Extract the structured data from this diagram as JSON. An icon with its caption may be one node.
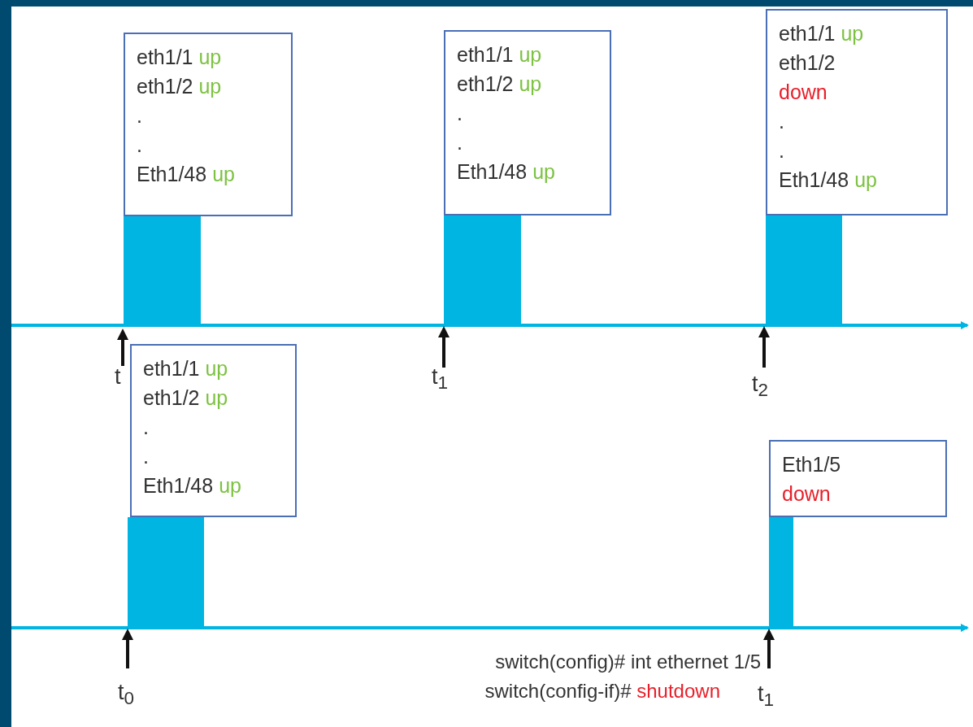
{
  "diagram": {
    "nodes": [
      {
        "text": [
          "eth1/1 up",
          "eth1/2 up",
          ".",
          ".",
          "Eth1/48 up"
        ]
      },
      {
        "text": [
          "eth1/1 up",
          "eth1/2 up",
          ".",
          ".",
          "Eth1/48 up"
        ]
      },
      {
        "text": [
          "eth1/1 up",
          "eth1/2 down",
          ".",
          ".",
          "Eth1/48 up"
        ]
      },
      {
        "text": [
          "eth1/1 up",
          "eth1/2 up",
          ".",
          ".",
          "Eth1/48 up"
        ]
      },
      {
        "text": [
          "Eth1/5 down"
        ]
      },
      {
        "text": [],
        "shape": "bar"
      },
      {
        "text": [],
        "shape": "bar"
      },
      {
        "text": [],
        "shape": "bar"
      },
      {
        "text": [],
        "shape": "bar"
      },
      {
        "text": [],
        "shape": "bar"
      }
    ],
    "labels": [
      "t",
      "t$_{1}$",
      "t$_{2}$",
      "switch(config)# int ethernet 1/5",
      "switch(config-if)# shutdown",
      "t$_{0}$",
      "t$_{1}$"
    ]
  }
}
